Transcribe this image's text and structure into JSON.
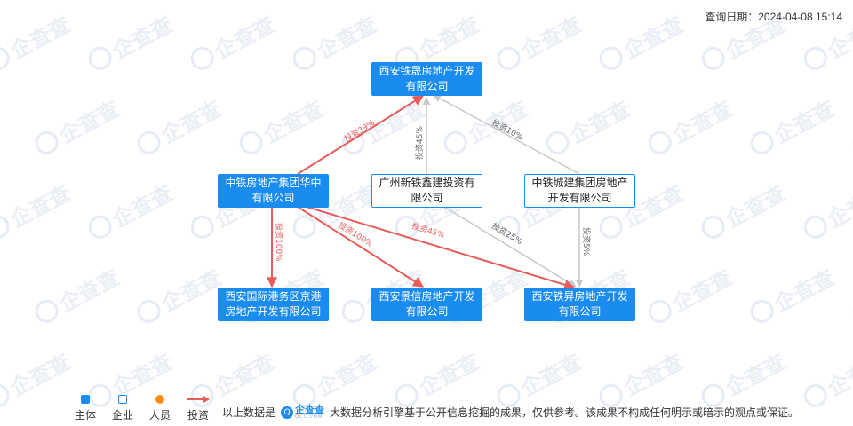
{
  "query_date": "查询日期：2024-04-08 15:14",
  "watermark": "企查查",
  "nodes": {
    "xian_tiesheng": "西安铁晟房地产开发有限公司",
    "zhongtie_huazhong": "中铁房地产集团华中有限公司",
    "guangzhou_xintiexin": "广州新铁鑫建投资有限公司",
    "zhongtie_chengjian": "中铁城建集团房地产开发有限公司",
    "xian_guoji": "西安国际港务区京港房地产开发有限公司",
    "xian_jingxin": "西安景信房地产开发有限公司",
    "xian_tiesheng2": "西安铁昇房地产开发有限公司"
  },
  "edges": {
    "e1": "投资39%",
    "e2": "投资45%",
    "e3": "投资10%",
    "e4": "投资100%",
    "e5": "投资100%",
    "e6": "投资45%",
    "e7": "投资25%",
    "e8": "投资5%"
  },
  "legend": {
    "main": "主体",
    "enterprise": "企业",
    "person": "人员",
    "invest": "投资"
  },
  "source": {
    "prefix": "以上数据是",
    "brand": "企查查",
    "brand_sub": "QCC.COM",
    "suffix": "大数据分析引擎基于公开信息挖掘的成果，仅供参考。该成果不构成任何明示或暗示的观点或保证。"
  },
  "colors": {
    "main": "#1a8cf0",
    "invest_red": "#e85b5b",
    "invest_gray": "#c8c8c8",
    "person": "#ff8c1a"
  }
}
